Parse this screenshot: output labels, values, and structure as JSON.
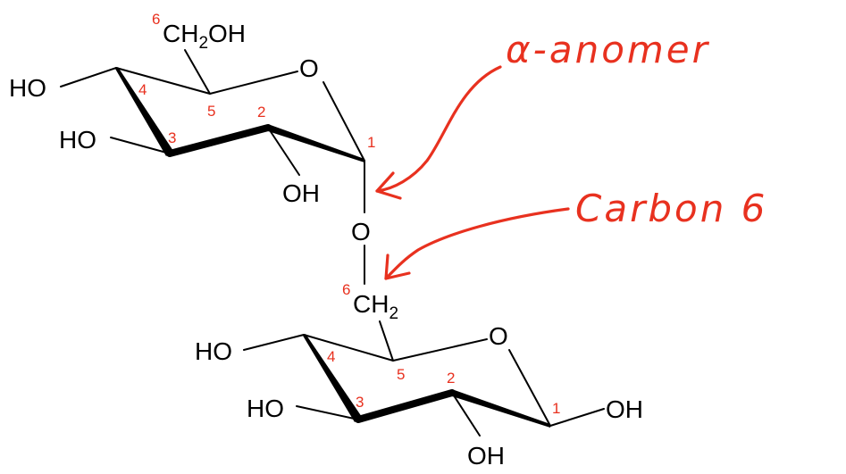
{
  "colors": {
    "structure": "#000000",
    "annotation": "#e8311f"
  },
  "top_ring": {
    "ch2oh": {
      "ch": "CH",
      "sub": "2",
      "oh": "OH"
    },
    "ring_oxygen": "O",
    "ho4": "HO",
    "ho3": "HO",
    "oh2": "OH",
    "numbers": {
      "c6": "6",
      "c5": "5",
      "c4": "4",
      "c3": "3",
      "c2": "2",
      "c1": "1"
    }
  },
  "linkage": {
    "oxygen": "O",
    "ch2": {
      "ch": "CH",
      "sub": "2"
    },
    "c6_number": "6"
  },
  "bottom_ring": {
    "ring_oxygen": "O",
    "ho4": "HO",
    "ho3": "HO",
    "oh2": "OH",
    "oh1": "OH",
    "numbers": {
      "c5": "5",
      "c4": "4",
      "c3": "3",
      "c2": "2",
      "c1": "1"
    }
  },
  "annotations": {
    "alpha_anomer": "α-anomer",
    "carbon_6": "Carbon 6"
  }
}
